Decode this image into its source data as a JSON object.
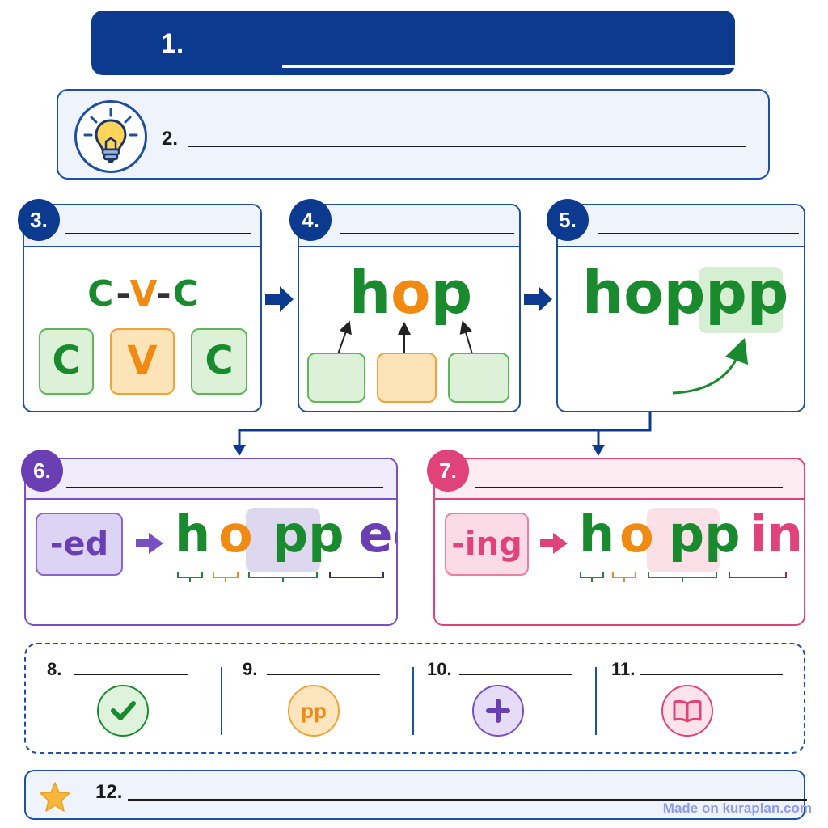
{
  "title": {
    "number": "1."
  },
  "tip": {
    "number": "2.",
    "icon": "lightbulb-icon"
  },
  "steps": [
    {
      "number": "3.",
      "pattern": [
        "C",
        "-",
        "V",
        "-",
        "C"
      ],
      "boxes": [
        "C",
        "V",
        "C"
      ]
    },
    {
      "number": "4.",
      "word": [
        "h",
        "o",
        "p"
      ]
    },
    {
      "number": "5.",
      "word_start": "hop",
      "doubled": "pp"
    },
    {
      "number": "6.",
      "suffix": "-ed",
      "parts": [
        "h",
        "o",
        "pp",
        "ed"
      ]
    },
    {
      "number": "7.",
      "suffix": "-ing",
      "parts": [
        "h",
        "o",
        "pp",
        "ing"
      ]
    }
  ],
  "tips": [
    {
      "number": "8.",
      "icon": "checkmark-icon"
    },
    {
      "number": "9.",
      "icon_text": "pp"
    },
    {
      "number": "10.",
      "icon": "plus-icon"
    },
    {
      "number": "11.",
      "icon": "book-icon"
    }
  ],
  "footer": {
    "number": "12.",
    "icon": "star-icon"
  },
  "watermark": "Made on kuraplan.com",
  "colors": {
    "navy": "#0b3a8f",
    "border_blue": "#1d4fa3",
    "consonant_green": "#1a8a2e",
    "vowel_orange": "#f08a12",
    "ed_purple": "#6a3fb3",
    "ing_pink": "#e0437a"
  }
}
